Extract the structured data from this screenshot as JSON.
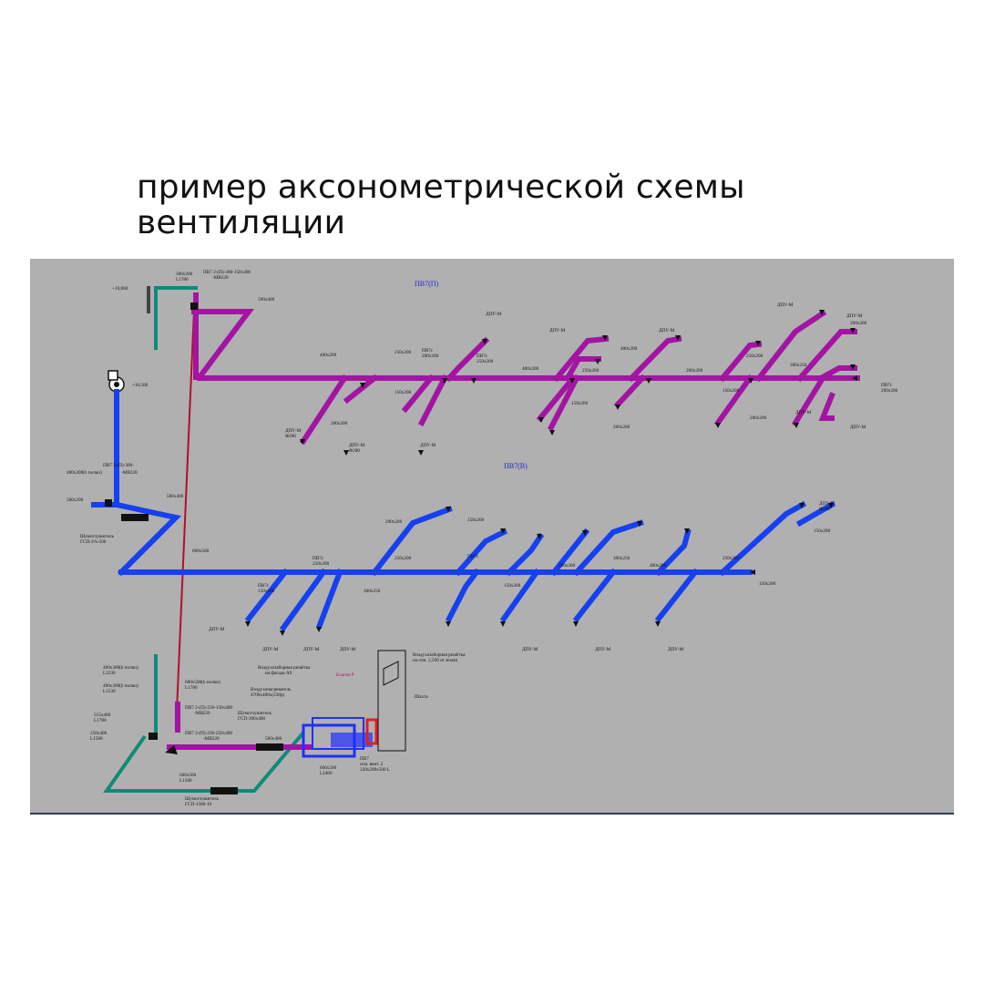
{
  "title": {
    "line1": "пример аксонометрической схемы",
    "line2": "вентиляции"
  },
  "diagram": {
    "system_labels": {
      "top": "ПВ7(П)",
      "bottom": "ПВ7(В)"
    },
    "colors": {
      "panel": "#b0b0b0",
      "supply": "#a314a3",
      "exhaust": "#1640f0",
      "outdoor": "#108a78",
      "riser": "#b0102a",
      "unit": "#2030ff",
      "heater": "#e02020"
    },
    "labels": {
      "top_riser_note": "ПВ7 2-(П)-300-150x400",
      "top_riser_note2": "-МВ220",
      "top_riser_size": "300x200",
      "top_riser_L": "L1780",
      "mid_note": "ПВ7 2-(П)-300-",
      "mid_note2": "-МВ220",
      "mid_size": "600x500(h полки)",
      "corner_size": "500x200",
      "duct_500x400": "500x400",
      "fan_note": "Шумоглушитель",
      "fan_note2": "ГСП-3%-500",
      "unit_note": "Воздухозаборная решётка",
      "unit_note2": "на отм. 2,500 от земли",
      "unit_name": "Шахта",
      "unit_caption": "ПВ7",
      "unit_caption2": "отм. вент. 2",
      "unit_caption3": "320x200x500 L",
      "red_note": "Клапан Р",
      "bottom_silencer": "Шумоглушитель",
      "bottom_silencer2": "ГСП-1500-10",
      "inner_silencer": "Шумоглушитель",
      "inner_silencer2": "ГСП-300x400",
      "heater_note": "Воздухонагреватель",
      "heater_note2": "4700x400x(238р)",
      "air_unit_note": "Воздухозаборная решётка",
      "air_unit_note2": "на фасаде А9",
      "low_size1": "600x500",
      "low_size2": "L1580",
      "low_size3": "600x500",
      "low_size4": "L2400",
      "left_size1": "400x300(h полки)",
      "left_size2": "L2230",
      "left_size3": "400x300(h полки)",
      "left_size4": "L1530",
      "left_size5": "315x400",
      "left_size6": "L1780",
      "left_size7": "250x400",
      "left_size8": "L1580",
      "bottom_pvo": "ПВ7 2-(П)-250-250x400",
      "bottom_pvo2": "-МВ220",
      "pv_lower": "ПВ7 2-(П)-250-150x400",
      "pv_lower2": "-МВ220",
      "blue_main": "600x500",
      "right_end": "ДПУ-М",
      "right_end2": "Ф200"
    },
    "repeated": {
      "diffuser": "ДПУ-М",
      "flow": "Ф200",
      "grille": "ПВ7с",
      "size_a": "200x200",
      "size_b": "250x200",
      "size_c": "300x250",
      "size_d": "150x200",
      "size_e": "400x200"
    }
  }
}
